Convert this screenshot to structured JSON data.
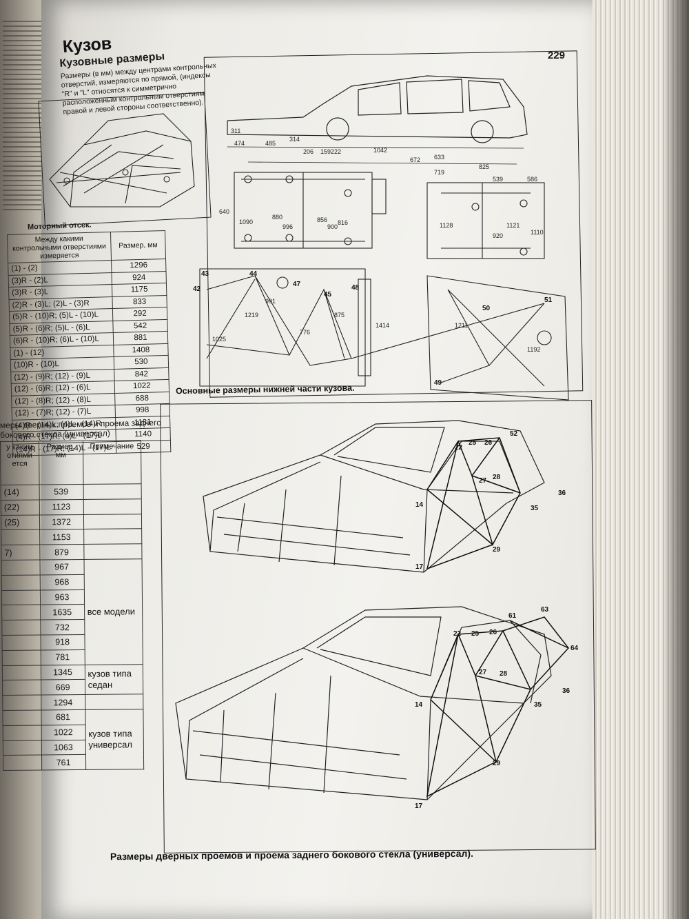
{
  "page": {
    "section_title": "Кузов",
    "page_number": "229"
  },
  "intro": {
    "heading": "Кузовные размеры",
    "text": "Размеры (в мм) между центрами контрольных отверстий, измеряются по прямой, (индексы \"R\" и \"L\" относятся к симметрично расположенным контрольным отверстиям правой и левой стороны соответственно)."
  },
  "engine_table": {
    "caption": "Моторный отсек.",
    "header_between": "Между какими контрольными отверстиями измеряется",
    "header_size": "Размер, мм",
    "rows": [
      {
        "between": "(1) - (2)",
        "size": "1296"
      },
      {
        "between": "(3)R - (2)L",
        "size": "924"
      },
      {
        "between": "(3)R - (3)L",
        "size": "1175"
      },
      {
        "between": "(2)R - (3)L; (2)L - (3)R",
        "size": "833"
      },
      {
        "between": "(5)R - (10)R; (5)L - (10)L",
        "size": "292"
      },
      {
        "between": "(5)R - (6)R; (5)L - (6)L",
        "size": "542"
      },
      {
        "between": "(6)R - (10)R; (6)L - (10)L",
        "size": "881"
      },
      {
        "between": "(1) - (12)",
        "size": "1408"
      },
      {
        "between": "(10)R - (10)L",
        "size": "530"
      },
      {
        "between": "(12) - (9)R; (12) - (9)L",
        "size": "842"
      },
      {
        "between": "(12) - (6)R; (12) - (6)L",
        "size": "1022"
      },
      {
        "between": "(12) - (8)R; (12) - (8)L",
        "size": "688"
      },
      {
        "between": "(12) - (7)R; (12) - (7)L",
        "size": "998"
      },
      {
        "between": "(4)R - (14)L; (4)L - (14)R",
        "size": "1181"
      },
      {
        "between": "(4)R - (17)R; (4)L - (17)L",
        "size": "1140"
      },
      {
        "between": "(14)R - (17)R; (14)L - (17)L",
        "size": "529"
      }
    ]
  },
  "door_table": {
    "title": "меры дверных проемов и проема заднего бокового стекла (универсал)",
    "header_between": "у каким отиями ется",
    "header_size": "Размер, мм",
    "header_note": "Примечание",
    "rows": [
      {
        "between": "(14)",
        "size": "539"
      },
      {
        "between": "(22)",
        "size": "1123"
      },
      {
        "between": "(25)",
        "size": "1372"
      },
      {
        "between": "",
        "size": "1153"
      },
      {
        "between": "7)",
        "size": "879"
      },
      {
        "between": "",
        "size": "967"
      },
      {
        "between": "",
        "size": "968"
      },
      {
        "between": "",
        "size": "963"
      },
      {
        "between": "",
        "size": "1635"
      },
      {
        "between": "",
        "size": "732"
      },
      {
        "between": "",
        "size": "918"
      },
      {
        "between": "",
        "size": "781"
      },
      {
        "between": "",
        "size": "1345"
      },
      {
        "between": "",
        "size": "669"
      },
      {
        "between": "",
        "size": "1294"
      },
      {
        "between": "",
        "size": "681"
      },
      {
        "between": "",
        "size": "1022"
      },
      {
        "between": "",
        "size": "1063"
      },
      {
        "between": "",
        "size": "761"
      }
    ],
    "notes": {
      "all_models": "все модели",
      "sedan": "кузов типа седан",
      "wagon": "кузов типа универсал"
    }
  },
  "captions": {
    "underbody": "Основные размеры нижней части кузова.",
    "door_openings": "Размеры дверных проемов и проема заднего бокового стекла (универсал)."
  },
  "side_view_dims": [
    "311",
    "314",
    "474",
    "485",
    "206",
    "159",
    "222",
    "1042",
    "672",
    "633",
    "825",
    "719",
    "539",
    "586"
  ],
  "top_view_dims": [
    "640",
    "1090",
    "880",
    "996",
    "856",
    "900",
    "816",
    "1128",
    "920",
    "1121",
    "1110"
  ],
  "underbody_dims": [
    "1219",
    "991",
    "1025",
    "776",
    "875",
    "1414",
    "1211",
    "1192"
  ],
  "underbody_points": [
    "42",
    "43",
    "44",
    "45",
    "47",
    "48",
    "49",
    "50",
    "51"
  ],
  "wagon_points": [
    "14",
    "17",
    "22",
    "25",
    "26",
    "27",
    "28",
    "29",
    "35",
    "36",
    "52"
  ],
  "sedan_points": [
    "14",
    "17",
    "22",
    "25",
    "26",
    "27",
    "28",
    "29",
    "35",
    "36",
    "61",
    "63",
    "64"
  ]
}
